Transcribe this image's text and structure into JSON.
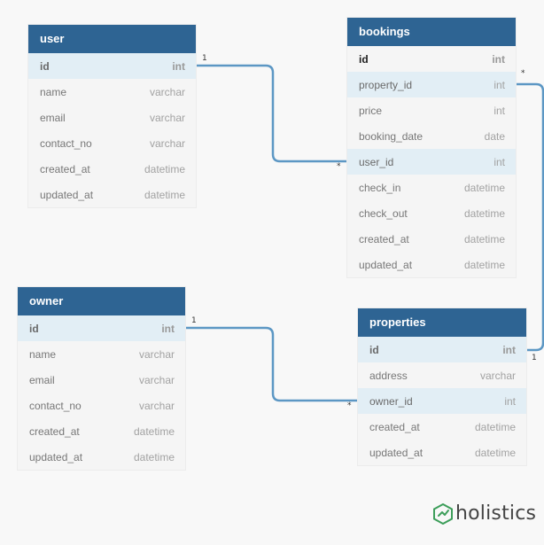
{
  "tables": [
    {
      "id": "user",
      "name": "user",
      "fields": [
        {
          "name": "id",
          "type": "int",
          "pk": true,
          "highlight": true
        },
        {
          "name": "name",
          "type": "varchar"
        },
        {
          "name": "email",
          "type": "varchar"
        },
        {
          "name": "contact_no",
          "type": "varchar"
        },
        {
          "name": "created_at",
          "type": "datetime"
        },
        {
          "name": "updated_at",
          "type": "datetime"
        }
      ]
    },
    {
      "id": "bookings",
      "name": "bookings",
      "fields": [
        {
          "name": "id",
          "type": "int",
          "pk": true
        },
        {
          "name": "property_id",
          "type": "int",
          "highlight": true
        },
        {
          "name": "price",
          "type": "int"
        },
        {
          "name": "booking_date",
          "type": "date"
        },
        {
          "name": "user_id",
          "type": "int",
          "highlight": true
        },
        {
          "name": "check_in",
          "type": "datetime"
        },
        {
          "name": "check_out",
          "type": "datetime"
        },
        {
          "name": "created_at",
          "type": "datetime"
        },
        {
          "name": "updated_at",
          "type": "datetime"
        }
      ]
    },
    {
      "id": "owner",
      "name": "owner",
      "fields": [
        {
          "name": "id",
          "type": "int",
          "pk": true,
          "highlight": true
        },
        {
          "name": "name",
          "type": "varchar"
        },
        {
          "name": "email",
          "type": "varchar"
        },
        {
          "name": "contact_no",
          "type": "varchar"
        },
        {
          "name": "created_at",
          "type": "datetime"
        },
        {
          "name": "updated_at",
          "type": "datetime"
        }
      ]
    },
    {
      "id": "properties",
      "name": "properties",
      "fields": [
        {
          "name": "id",
          "type": "int",
          "pk": true,
          "highlight": true
        },
        {
          "name": "address",
          "type": "varchar"
        },
        {
          "name": "owner_id",
          "type": "int",
          "highlight": true
        },
        {
          "name": "created_at",
          "type": "datetime"
        },
        {
          "name": "updated_at",
          "type": "datetime"
        }
      ]
    }
  ],
  "relations": [
    {
      "from": "user.id",
      "to": "bookings.user_id",
      "one_label": "1",
      "many_label": "*"
    },
    {
      "from": "owner.id",
      "to": "properties.owner_id",
      "one_label": "1",
      "many_label": "*"
    },
    {
      "from": "properties.id",
      "to": "bookings.property_id",
      "one_label": "1",
      "many_label": "*"
    }
  ],
  "colors": {
    "header": "#2e6493",
    "link": "#5c97c4",
    "highlight_row": "#e2eef5",
    "logo_green": "#3d9e5a"
  },
  "brand": {
    "name": "holistics",
    "icon": "holistics-logo-icon"
  }
}
